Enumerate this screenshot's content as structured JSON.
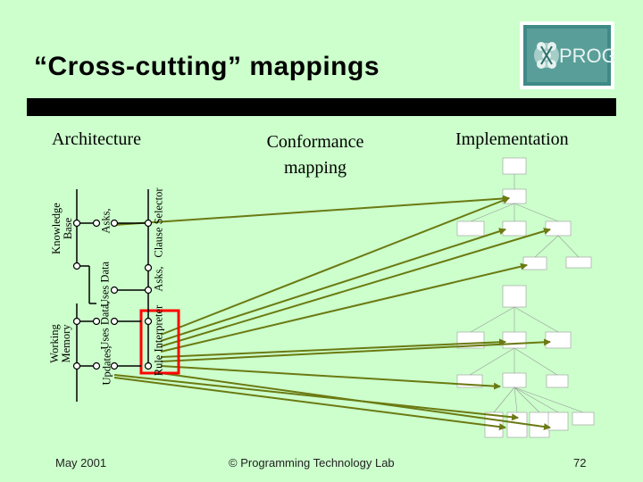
{
  "slide": {
    "title": "“Cross-cutting” mappings",
    "logo_text": "PROG",
    "columns": {
      "architecture": "Architecture",
      "conformance": "Conformance mapping",
      "implementation": "Implementation"
    },
    "components": {
      "knowledge_base": "Knowledge Base",
      "working_memory": "Working Memory",
      "clause_selector": "Clause Selector",
      "rule_interpreter": "Rule Interpreter"
    },
    "connectors": {
      "asks_top": "Asks,",
      "uses_data_top": "Uses Data",
      "asks_right": "Asks,",
      "uses_data_bottom": "Uses Data,",
      "updates": "Updates,"
    },
    "footer": {
      "date": "May 2001",
      "copyright": "© Programming Technology Lab",
      "page": "72"
    }
  },
  "colors": {
    "background": "#ccffcc",
    "arrow": "#6b7a12",
    "highlight": "#ff0000"
  }
}
